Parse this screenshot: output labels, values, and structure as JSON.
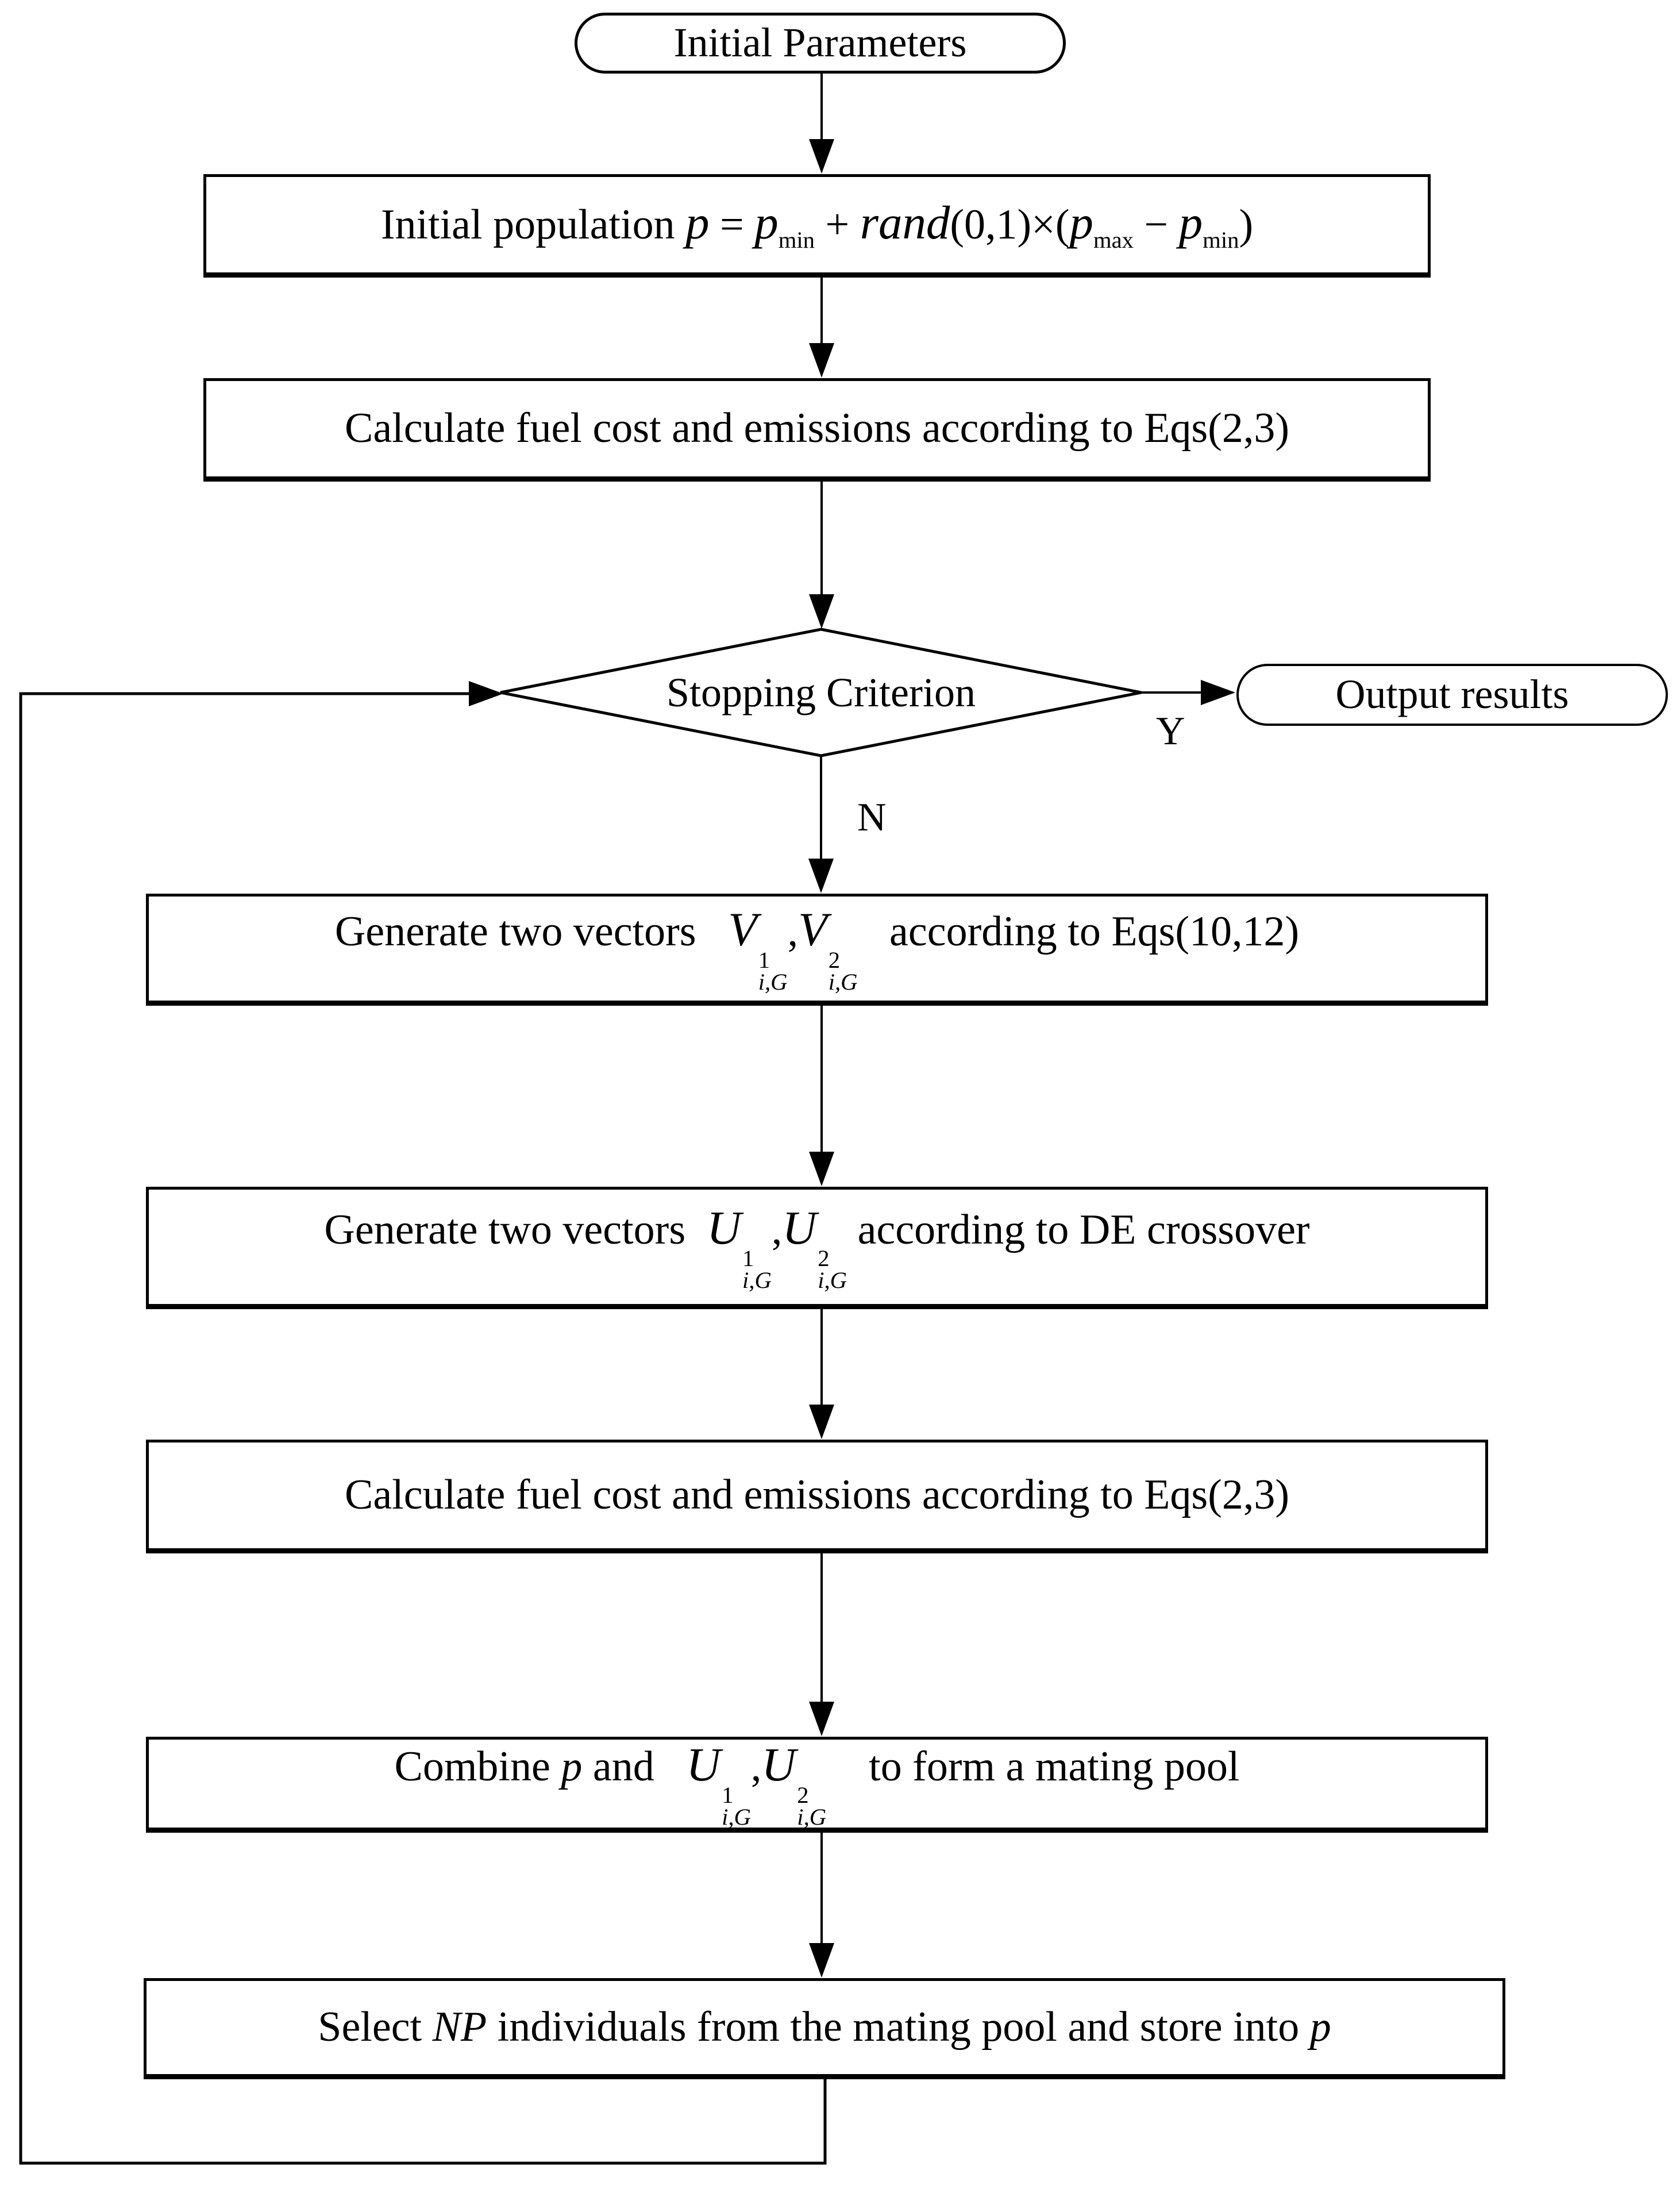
{
  "colors": {
    "line": "#000000",
    "background": "#ffffff",
    "node_fill": "#ffffff"
  },
  "edge_labels": {
    "yes": "Y",
    "no": "N"
  },
  "nodes": {
    "initial_parameters": {
      "shape": "terminator",
      "label": "Initial Parameters"
    },
    "init_population": {
      "shape": "process",
      "tokens": [
        {
          "text": "Initial population "
        },
        {
          "base": "p"
        },
        {
          "text": " = "
        },
        {
          "base": "p",
          "sub": "min"
        },
        {
          "text": " + "
        },
        {
          "base": "rand"
        },
        {
          "text": "(0,1)×("
        },
        {
          "base": "p",
          "sub": "max"
        },
        {
          "text": " − "
        },
        {
          "base": "p",
          "sub": "min"
        },
        {
          "text": ")"
        }
      ]
    },
    "calc_fuel_cost_1": {
      "shape": "process",
      "label": "Calculate fuel cost and emissions according to Eqs(2,3)"
    },
    "stopping_criterion": {
      "shape": "decision",
      "label": "Stopping Criterion"
    },
    "output_results": {
      "shape": "terminator",
      "label": "Output results"
    },
    "generate_v_vectors": {
      "shape": "process",
      "tokens": [
        {
          "text": "Generate two vectors   "
        },
        {
          "base": "V",
          "sup": "1",
          "sub": "i,G",
          "stacked": true
        },
        {
          "text": ","
        },
        {
          "base": "V",
          "sup": "2",
          "sub": "i,G",
          "stacked": true
        },
        {
          "text": "   according to Eqs(10,12)"
        }
      ]
    },
    "generate_u_vectors": {
      "shape": "process",
      "tokens": [
        {
          "text": "Generate two vectors  "
        },
        {
          "base": "U",
          "sup": "1",
          "sub": "i,G",
          "stacked": true
        },
        {
          "text": ","
        },
        {
          "base": "U",
          "sup": "2",
          "sub": "i,G",
          "stacked": true
        },
        {
          "text": " according to DE crossover"
        }
      ]
    },
    "calc_fuel_cost_2": {
      "shape": "process",
      "label": "Calculate fuel cost and emissions according to Eqs(2,3)"
    },
    "combine_mating_pool": {
      "shape": "process",
      "tokens": [
        {
          "text": "Combine "
        },
        {
          "text": "p",
          "style": "italic"
        },
        {
          "text": " and   "
        },
        {
          "base": "U",
          "sup": "1",
          "sub": "i,G",
          "stacked": true
        },
        {
          "text": ","
        },
        {
          "base": "U",
          "sup": "2",
          "sub": "i,G",
          "stacked": true
        },
        {
          "text": "    to form a mating pool"
        }
      ]
    },
    "select_np": {
      "shape": "process",
      "tokens": [
        {
          "text": "Select "
        },
        {
          "text": "NP",
          "style": "italic"
        },
        {
          "text": " individuals from the mating pool and store into "
        },
        {
          "text": "p",
          "style": "italic"
        }
      ]
    }
  }
}
